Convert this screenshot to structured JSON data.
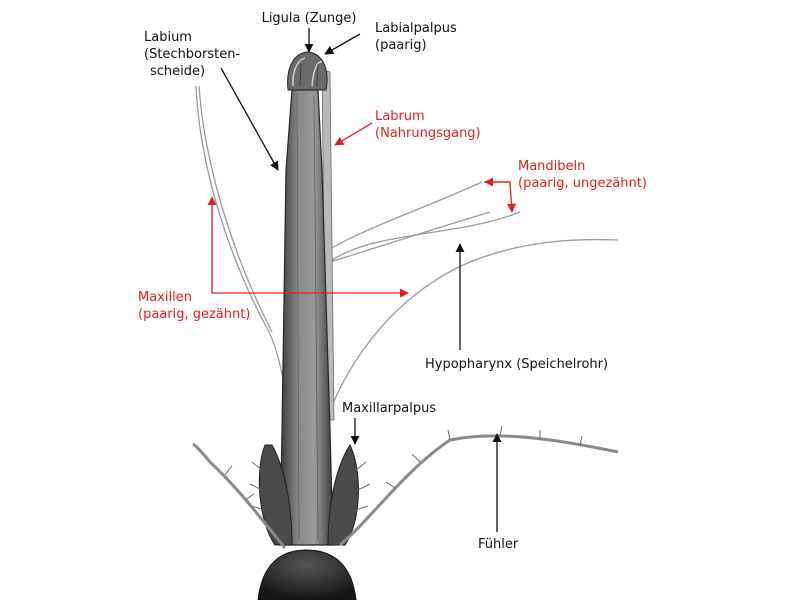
{
  "colors": {
    "label_black": "#111111",
    "label_red": "#e02020",
    "specimen_dark": "#2a2a2a",
    "specimen_mid": "#7a7a7a",
    "specimen_light": "#c8c8c8"
  },
  "labels": {
    "ligula": {
      "lines": [
        "Ligula (Zunge)"
      ],
      "color": "black"
    },
    "labialpalpus": {
      "lines": [
        "Labialpalpus",
        "(paarig)"
      ],
      "color": "black"
    },
    "labium": {
      "lines": [
        "Labium",
        "(Stechborsten-",
        "scheide)"
      ],
      "color": "black"
    },
    "labrum": {
      "lines": [
        "Labrum",
        "(Nahrungsgang)"
      ],
      "color": "red"
    },
    "mandibeln": {
      "lines": [
        "Mandibeln",
        "(paarig, ungezähnt)"
      ],
      "color": "red"
    },
    "maxillen": {
      "lines": [
        "Maxillen",
        "(paarig, gezähnt)"
      ],
      "color": "red"
    },
    "hypopharynx": {
      "lines": [
        "Hypopharynx (Speichelrohr)"
      ],
      "color": "black"
    },
    "maxillarpalpus": {
      "lines": [
        "Maxillarpalpus"
      ],
      "color": "black"
    },
    "fuehler": {
      "lines": [
        "Fühler"
      ],
      "color": "black"
    }
  }
}
